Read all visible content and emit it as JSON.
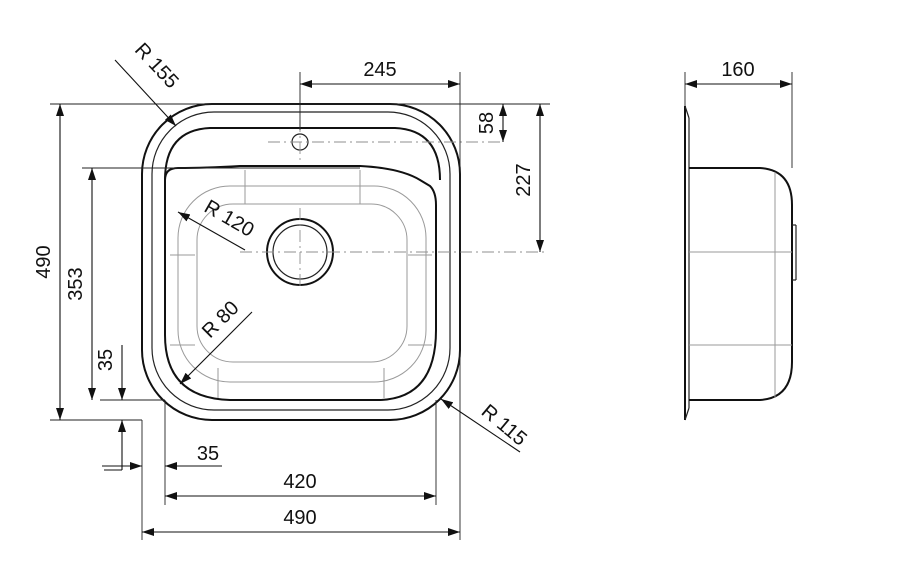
{
  "diagram": {
    "colors": {
      "line": "#111111",
      "faint": "#9a9a9a",
      "background": "#ffffff"
    },
    "dimensions": {
      "radius_top_left": "R 155",
      "tap_hole_offset": "245",
      "tap_hole_depth": "58",
      "drain_offset": "227",
      "radius_inner_top": "R 120",
      "radius_inner_bottom": "R 80",
      "radius_outer_bottom": "R 115",
      "overall_height": "490",
      "bowl_height": "353",
      "rim_bottom": "35",
      "rim_left": "35",
      "bowl_width": "420",
      "overall_width": "490",
      "depth": "160"
    }
  }
}
